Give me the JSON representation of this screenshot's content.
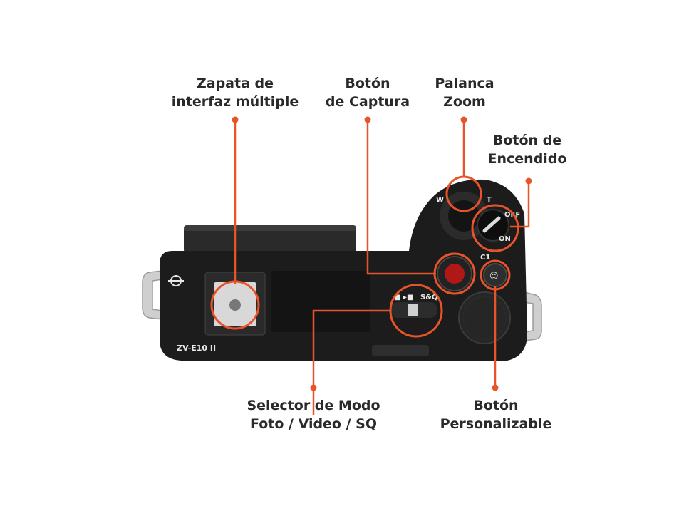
{
  "callouts": {
    "hot_shoe": {
      "line1": "Zapata de",
      "line2": "interfaz múltiple"
    },
    "shutter": {
      "line1": "Botón",
      "line2": "de Captura"
    },
    "zoom": {
      "line1": "Palanca",
      "line2": "Zoom"
    },
    "power": {
      "line1": "Botón de",
      "line2": "Encendido"
    },
    "mode_selector": {
      "line1": "Selector de Modo",
      "line2": "Foto / Video / SQ"
    },
    "custom_button": {
      "line1": "Botón",
      "line2": "Personalizable"
    }
  },
  "camera_marks": {
    "model": "ZV-E10 II",
    "zoom_w": "W",
    "zoom_t": "T",
    "power_off": "OFF",
    "power_on": "ON",
    "custom_c1": "C1",
    "mode_sq": "S&Q"
  },
  "colors": {
    "accent": "#e8532a",
    "body": "#1c1c1c",
    "text": "#2a2a2a"
  }
}
